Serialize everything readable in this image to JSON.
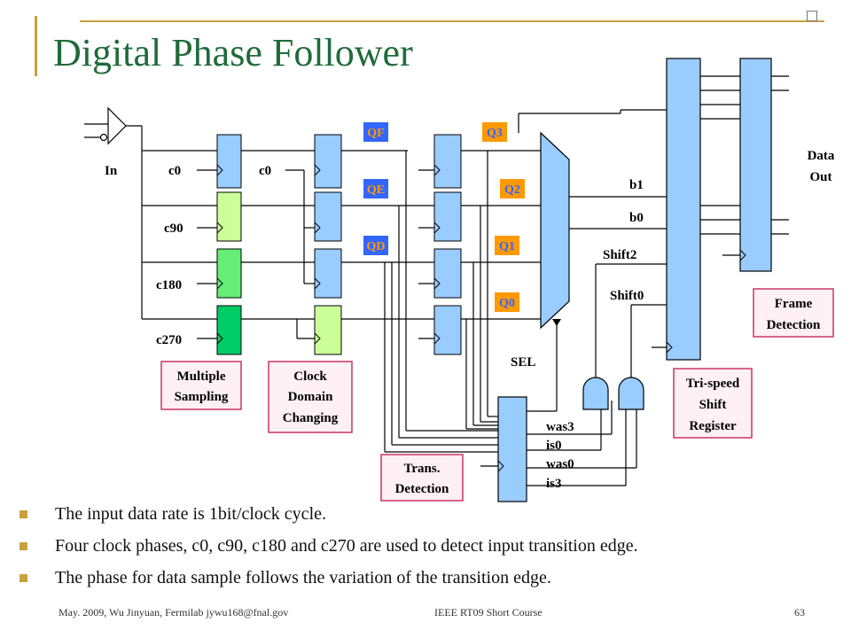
{
  "slide": {
    "title": "Digital Phase Follower",
    "accent_color": "#c8a040",
    "title_color": "#1f6b3a"
  },
  "diagram": {
    "labels": {
      "input": "In",
      "c0_a": "c0",
      "c0_b": "c0",
      "c90": "c90",
      "c180": "c180",
      "c270": "c270",
      "qf": "QF",
      "qe": "QE",
      "qd": "QD",
      "q3": "Q3",
      "q2": "Q2",
      "q1": "Q1",
      "q0": "Q0",
      "b1": "b1",
      "b0": "b0",
      "shift2": "Shift2",
      "shift0": "Shift0",
      "sel": "SEL",
      "was3": "was3",
      "is0": "is0",
      "was0": "was0",
      "is3": "is3",
      "data_out_1": "Data",
      "data_out_2": "Out"
    },
    "boxes": {
      "multiple_sampling": [
        "Multiple",
        "Sampling"
      ],
      "clock_domain": [
        "Clock",
        "Domain",
        "Changing"
      ],
      "trans_detection": [
        "Trans.",
        "Detection"
      ],
      "tri_speed": [
        "Tri-speed",
        "Shift",
        "Register"
      ],
      "frame_detection": [
        "Frame",
        "Detection"
      ]
    },
    "colors": {
      "block_blue": "#99ccff",
      "ff_light_green": "#ccff99",
      "ff_mid_green": "#66ee77",
      "ff_dark_green": "#00cc66",
      "label_orange": "#ff9900",
      "label_blue": "#3366ff",
      "box_border": "#cc3366",
      "box_fill": "#fff0f5"
    }
  },
  "bullets": [
    "The input data rate is 1bit/clock cycle.",
    "Four clock phases, c0, c90, c180 and c270 are used to detect input transition edge.",
    "The phase for data sample follows the variation of the transition edge."
  ],
  "footer": {
    "left": "May. 2009, Wu Jinyuan, Fermilab jywu168@fnal.gov",
    "center": "IEEE RT09 Short Course",
    "page": "63"
  }
}
